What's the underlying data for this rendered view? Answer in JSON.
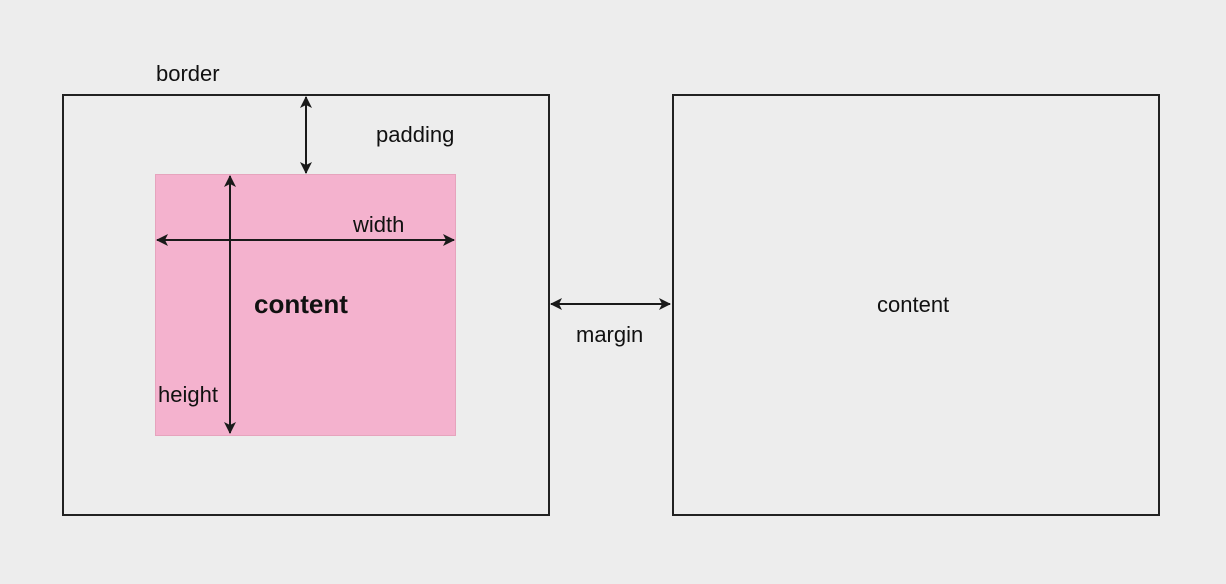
{
  "colors": {
    "background": "#ededed",
    "stroke": "#222222",
    "content_fill": "#f4b2ce"
  },
  "labels": {
    "border": "border",
    "padding": "padding",
    "width": "width",
    "content_inner": "content",
    "height": "height",
    "margin": "margin",
    "content_outer": "content"
  }
}
